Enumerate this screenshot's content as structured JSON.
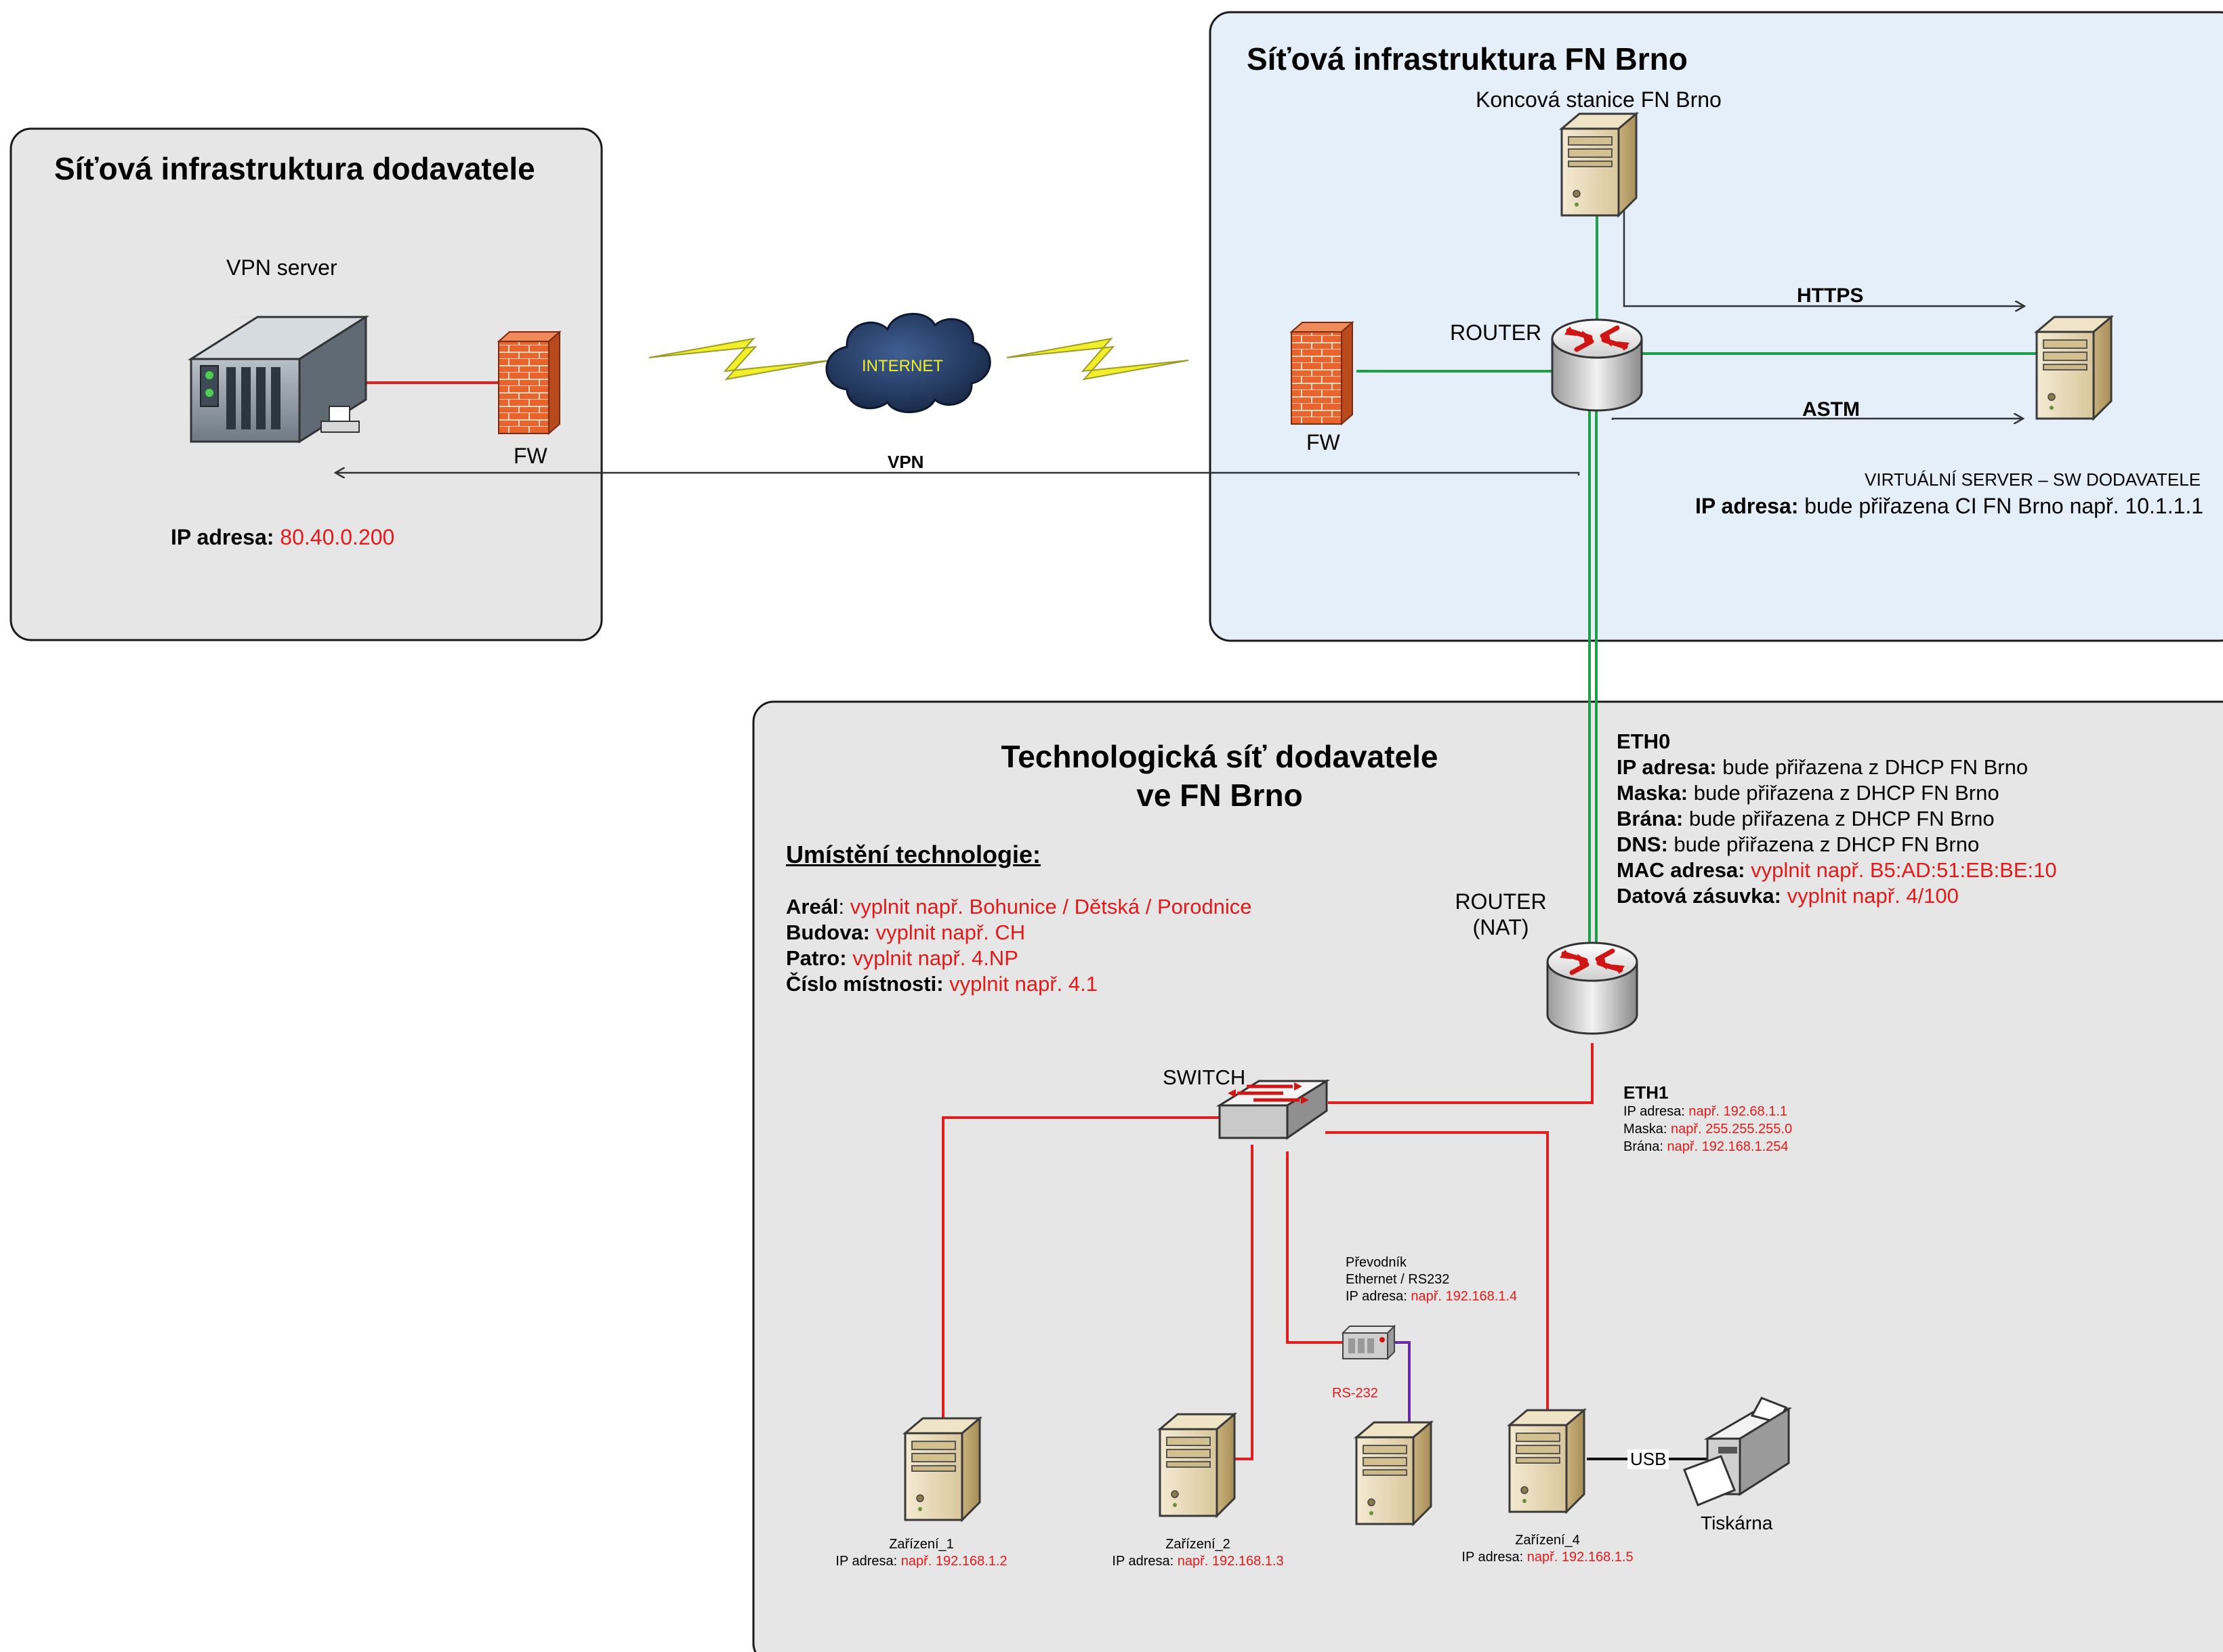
{
  "zones": {
    "supplier": {
      "title": "Síťová infrastruktura dodavatele"
    },
    "fn": {
      "title": "Síťová infrastruktura FN Brno"
    },
    "tech": {
      "title_line1": "Technologická síť dodavatele",
      "title_line2": "ve FN Brno"
    }
  },
  "supplier": {
    "vpn_server_label": "VPN server",
    "fw_label": "FW",
    "ip_label": "IP adresa:",
    "ip_value": "80.40.0.200"
  },
  "internet": {
    "cloud_label": "INTERNET",
    "vpn_label": "VPN"
  },
  "fn": {
    "station_label": "Koncová stanice FN Brno",
    "router_label": "ROUTER",
    "fw_label": "FW",
    "https_label": "HTTPS",
    "astm_label": "ASTM",
    "vserver_label": "VIRTUÁLNÍ SERVER – SW DODAVATELE",
    "vserver_ip_label": "IP adresa:",
    "vserver_ip_value": "bude přiřazena CI FN Brno např. 10.1.1.1"
  },
  "eth0": {
    "title": "ETH0",
    "rows": [
      {
        "label": "IP adresa:",
        "value": " bude přiřazena z DHCP FN Brno",
        "red": false
      },
      {
        "label": "Maska:",
        "value": " bude přiřazena z DHCP FN Brno",
        "red": false
      },
      {
        "label": "Brána:",
        "value": "  bude přiřazena z DHCP FN Brno",
        "red": false
      },
      {
        "label": "DNS:",
        "value": "  bude přiřazena z DHCP FN Brno",
        "red": false
      },
      {
        "label": "MAC adresa:",
        "value": " vyplnit např. B5:AD:51:EB:BE:10",
        "red": true
      },
      {
        "label": "Datová zásuvka:",
        "value": " vyplnit např. 4/100",
        "red": true
      }
    ]
  },
  "location": {
    "heading": "Umístění technologie:",
    "rows": [
      {
        "label": "Areál",
        "sep": ": ",
        "value": "vyplnit např. Bohunice / Dětská / Porodnice"
      },
      {
        "label": "Budova:",
        "sep": "  ",
        "value": "vyplnit  např. CH"
      },
      {
        "label": "Patro:",
        "sep": " ",
        "value": "vyplnit např. 4.NP"
      },
      {
        "label": "Číslo místnosti:",
        "sep": " ",
        "value": "vyplnit  např. 4.1"
      }
    ]
  },
  "router_nat": {
    "line1": "ROUTER",
    "line2": "(NAT)"
  },
  "eth1": {
    "title": "ETH1",
    "rows": [
      {
        "label": "IP adresa: ",
        "value": "např. 192.68.1.1"
      },
      {
        "label": "Maska: ",
        "value": "např. 255.255.255.0"
      },
      {
        "label": "Brána: ",
        "value": "např. 192.168.1.254"
      }
    ]
  },
  "switch_label": "SWITCH",
  "converter": {
    "line1": "Převodník",
    "line2": "Ethernet / RS232",
    "ip_label": "IP adresa: ",
    "ip_value": "např. 192.168.1.4",
    "rs232_label": "RS-232"
  },
  "devices": [
    {
      "name": "Zařízení_1",
      "ip_label": "IP adresa: ",
      "ip_value": "např. 192.168.1.2"
    },
    {
      "name": "Zařízení_2",
      "ip_label": "IP adresa: ",
      "ip_value": "např. 192.168.1.3"
    },
    {
      "name": "Zařízení_4",
      "ip_label": "IP adresa: ",
      "ip_value": "např. 192.168.1.5"
    }
  ],
  "usb_label": "USB",
  "printer_label": "Tiskárna"
}
